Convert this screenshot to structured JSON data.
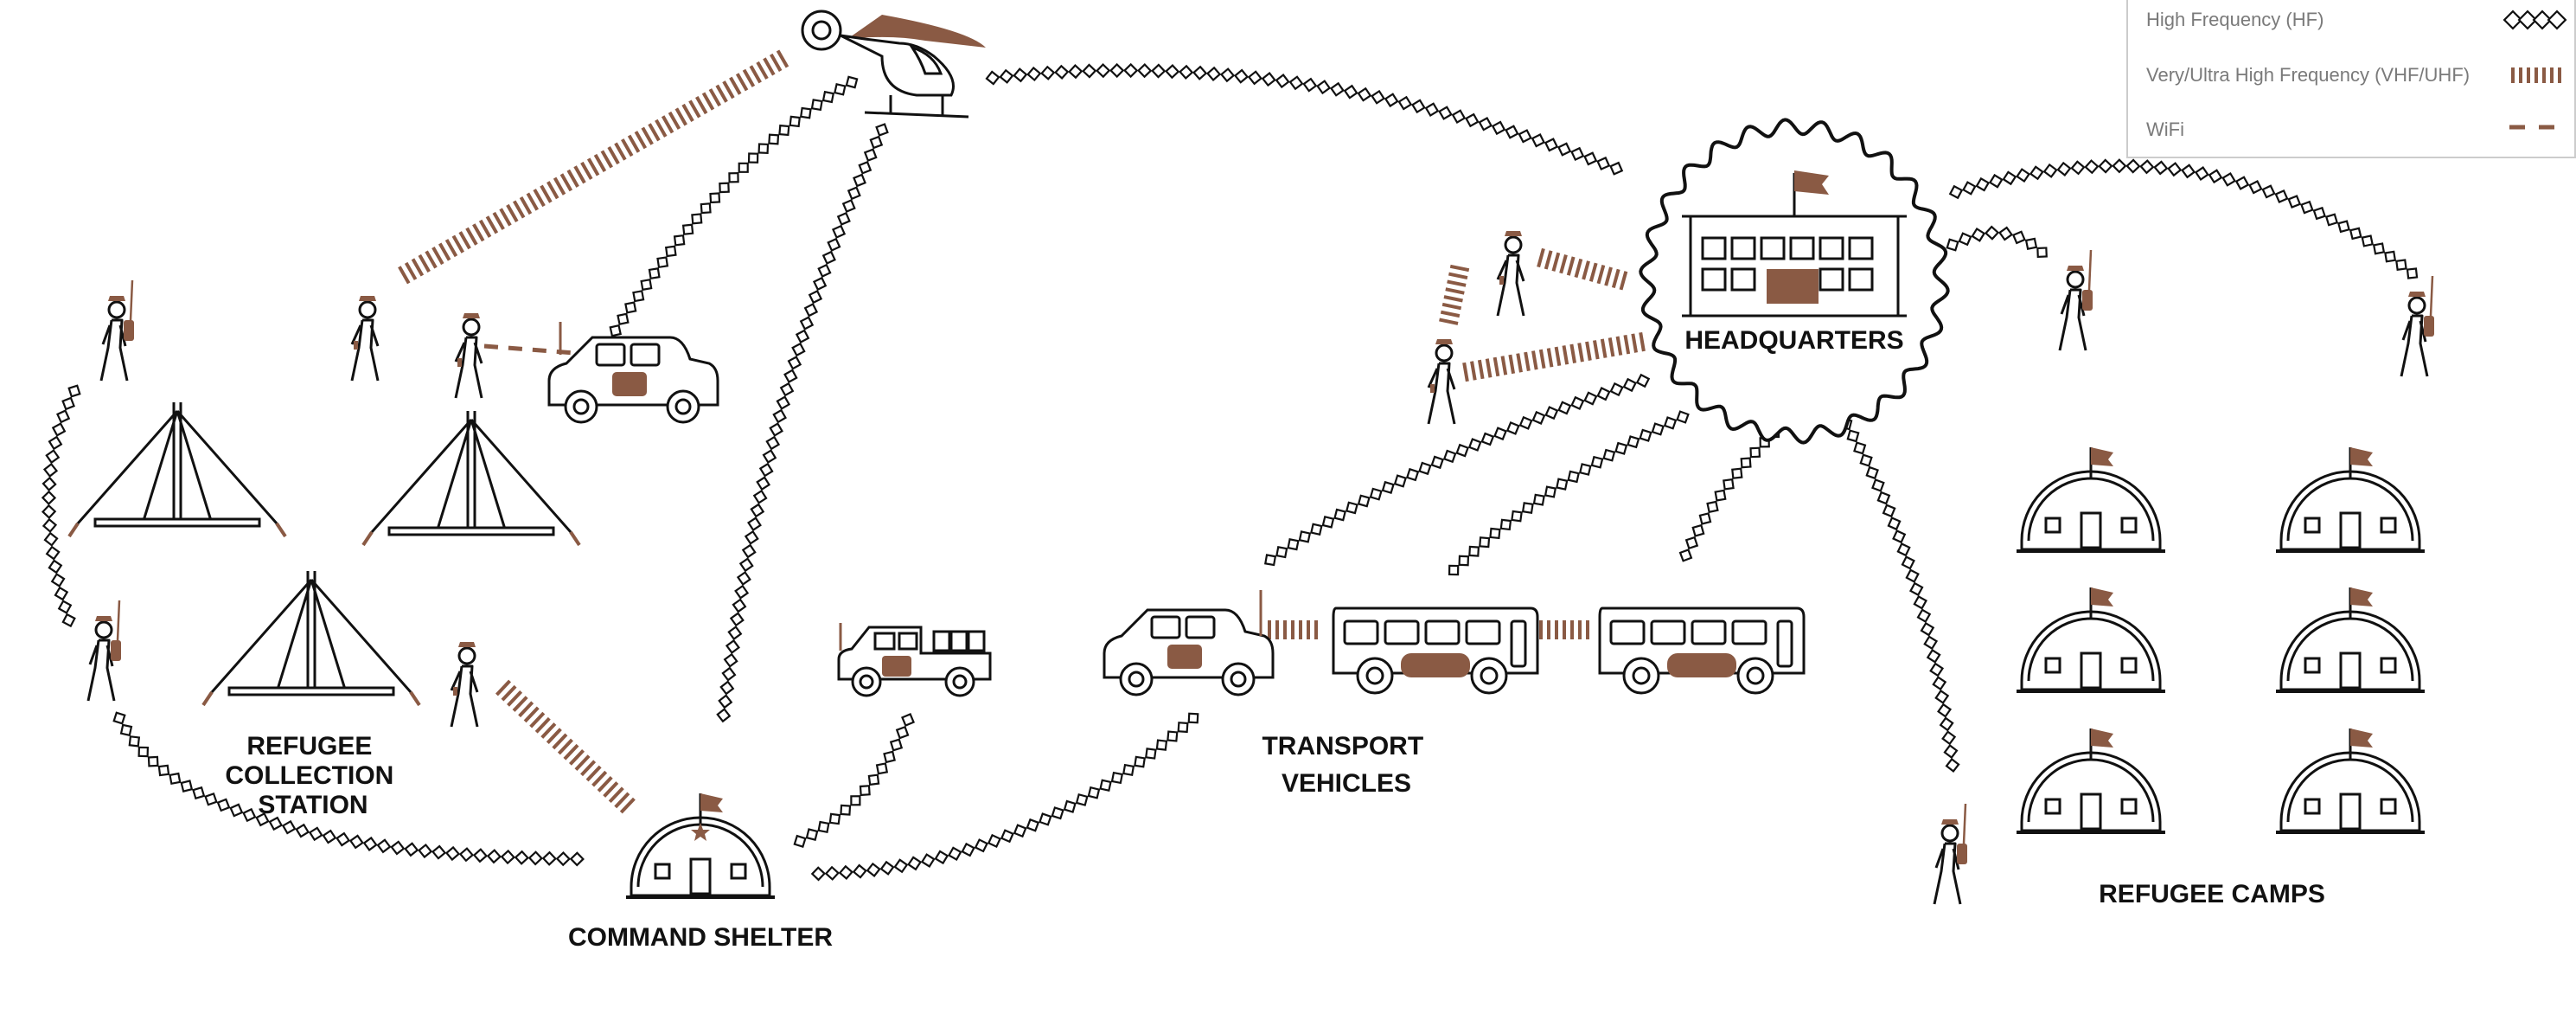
{
  "colors": {
    "ink": "#111111",
    "accent": "#8a5a44",
    "legend_text": "#7a7a7a",
    "background": "#ffffff"
  },
  "legend": {
    "items": [
      {
        "label": "High Frequency (HF)",
        "type": "hf",
        "icon": "diamond-chain-icon"
      },
      {
        "label": "Very/Ultra High Frequency (VHF/UHF)",
        "type": "vhf",
        "icon": "dash-bars-icon"
      },
      {
        "label": "WiFi",
        "type": "wifi",
        "icon": "dashed-line-icon"
      }
    ]
  },
  "labels": {
    "refugee_collection": [
      "REFUGEE",
      "COLLECTION",
      "STATION"
    ],
    "command_shelter": "COMMAND SHELTER",
    "transport": [
      "TRANSPORT",
      "VEHICLES"
    ],
    "headquarters": "HEADQUARTERS",
    "refugee_camps": "REFUGEE CAMPS"
  }
}
